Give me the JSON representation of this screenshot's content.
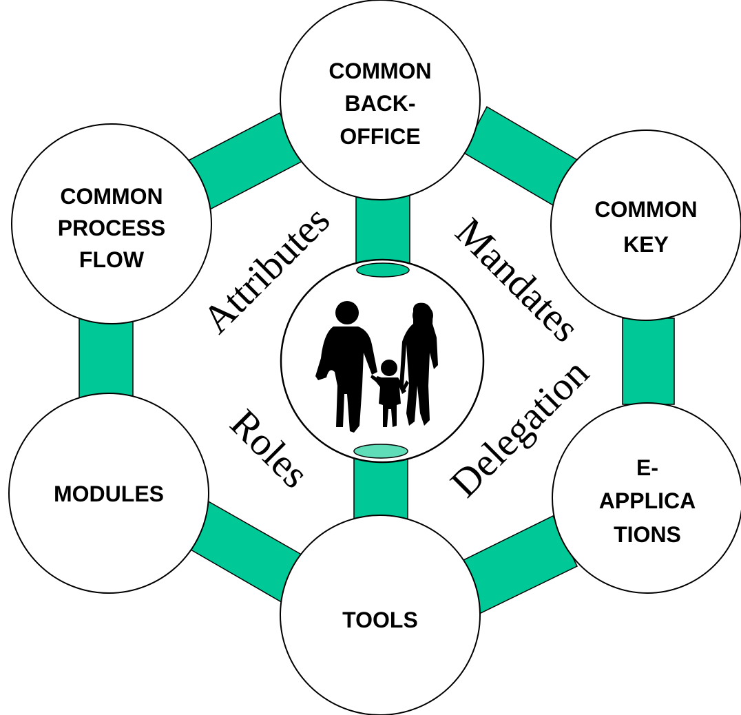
{
  "colors": {
    "connector": "#00c896",
    "connector_cap": "#5fdcb8",
    "outline": "#000000",
    "background": "#ffffff"
  },
  "nodes": {
    "back_office": [
      "COMMON",
      "BACK-",
      "OFFICE"
    ],
    "common_key": [
      "COMMON",
      "KEY"
    ],
    "e_applications": [
      "E-",
      "APPLICA",
      "TIONS"
    ],
    "tools": [
      "TOOLS"
    ],
    "modules": [
      "MODULES"
    ],
    "process_flow": [
      "COMMON",
      "PROCESS",
      "FLOW"
    ]
  },
  "labels": {
    "attributes": "Attributes",
    "mandates": "Mandates",
    "delegation": "Delegation",
    "roles": "Roles"
  },
  "center": {
    "icon": "family-silhouette-icon"
  }
}
